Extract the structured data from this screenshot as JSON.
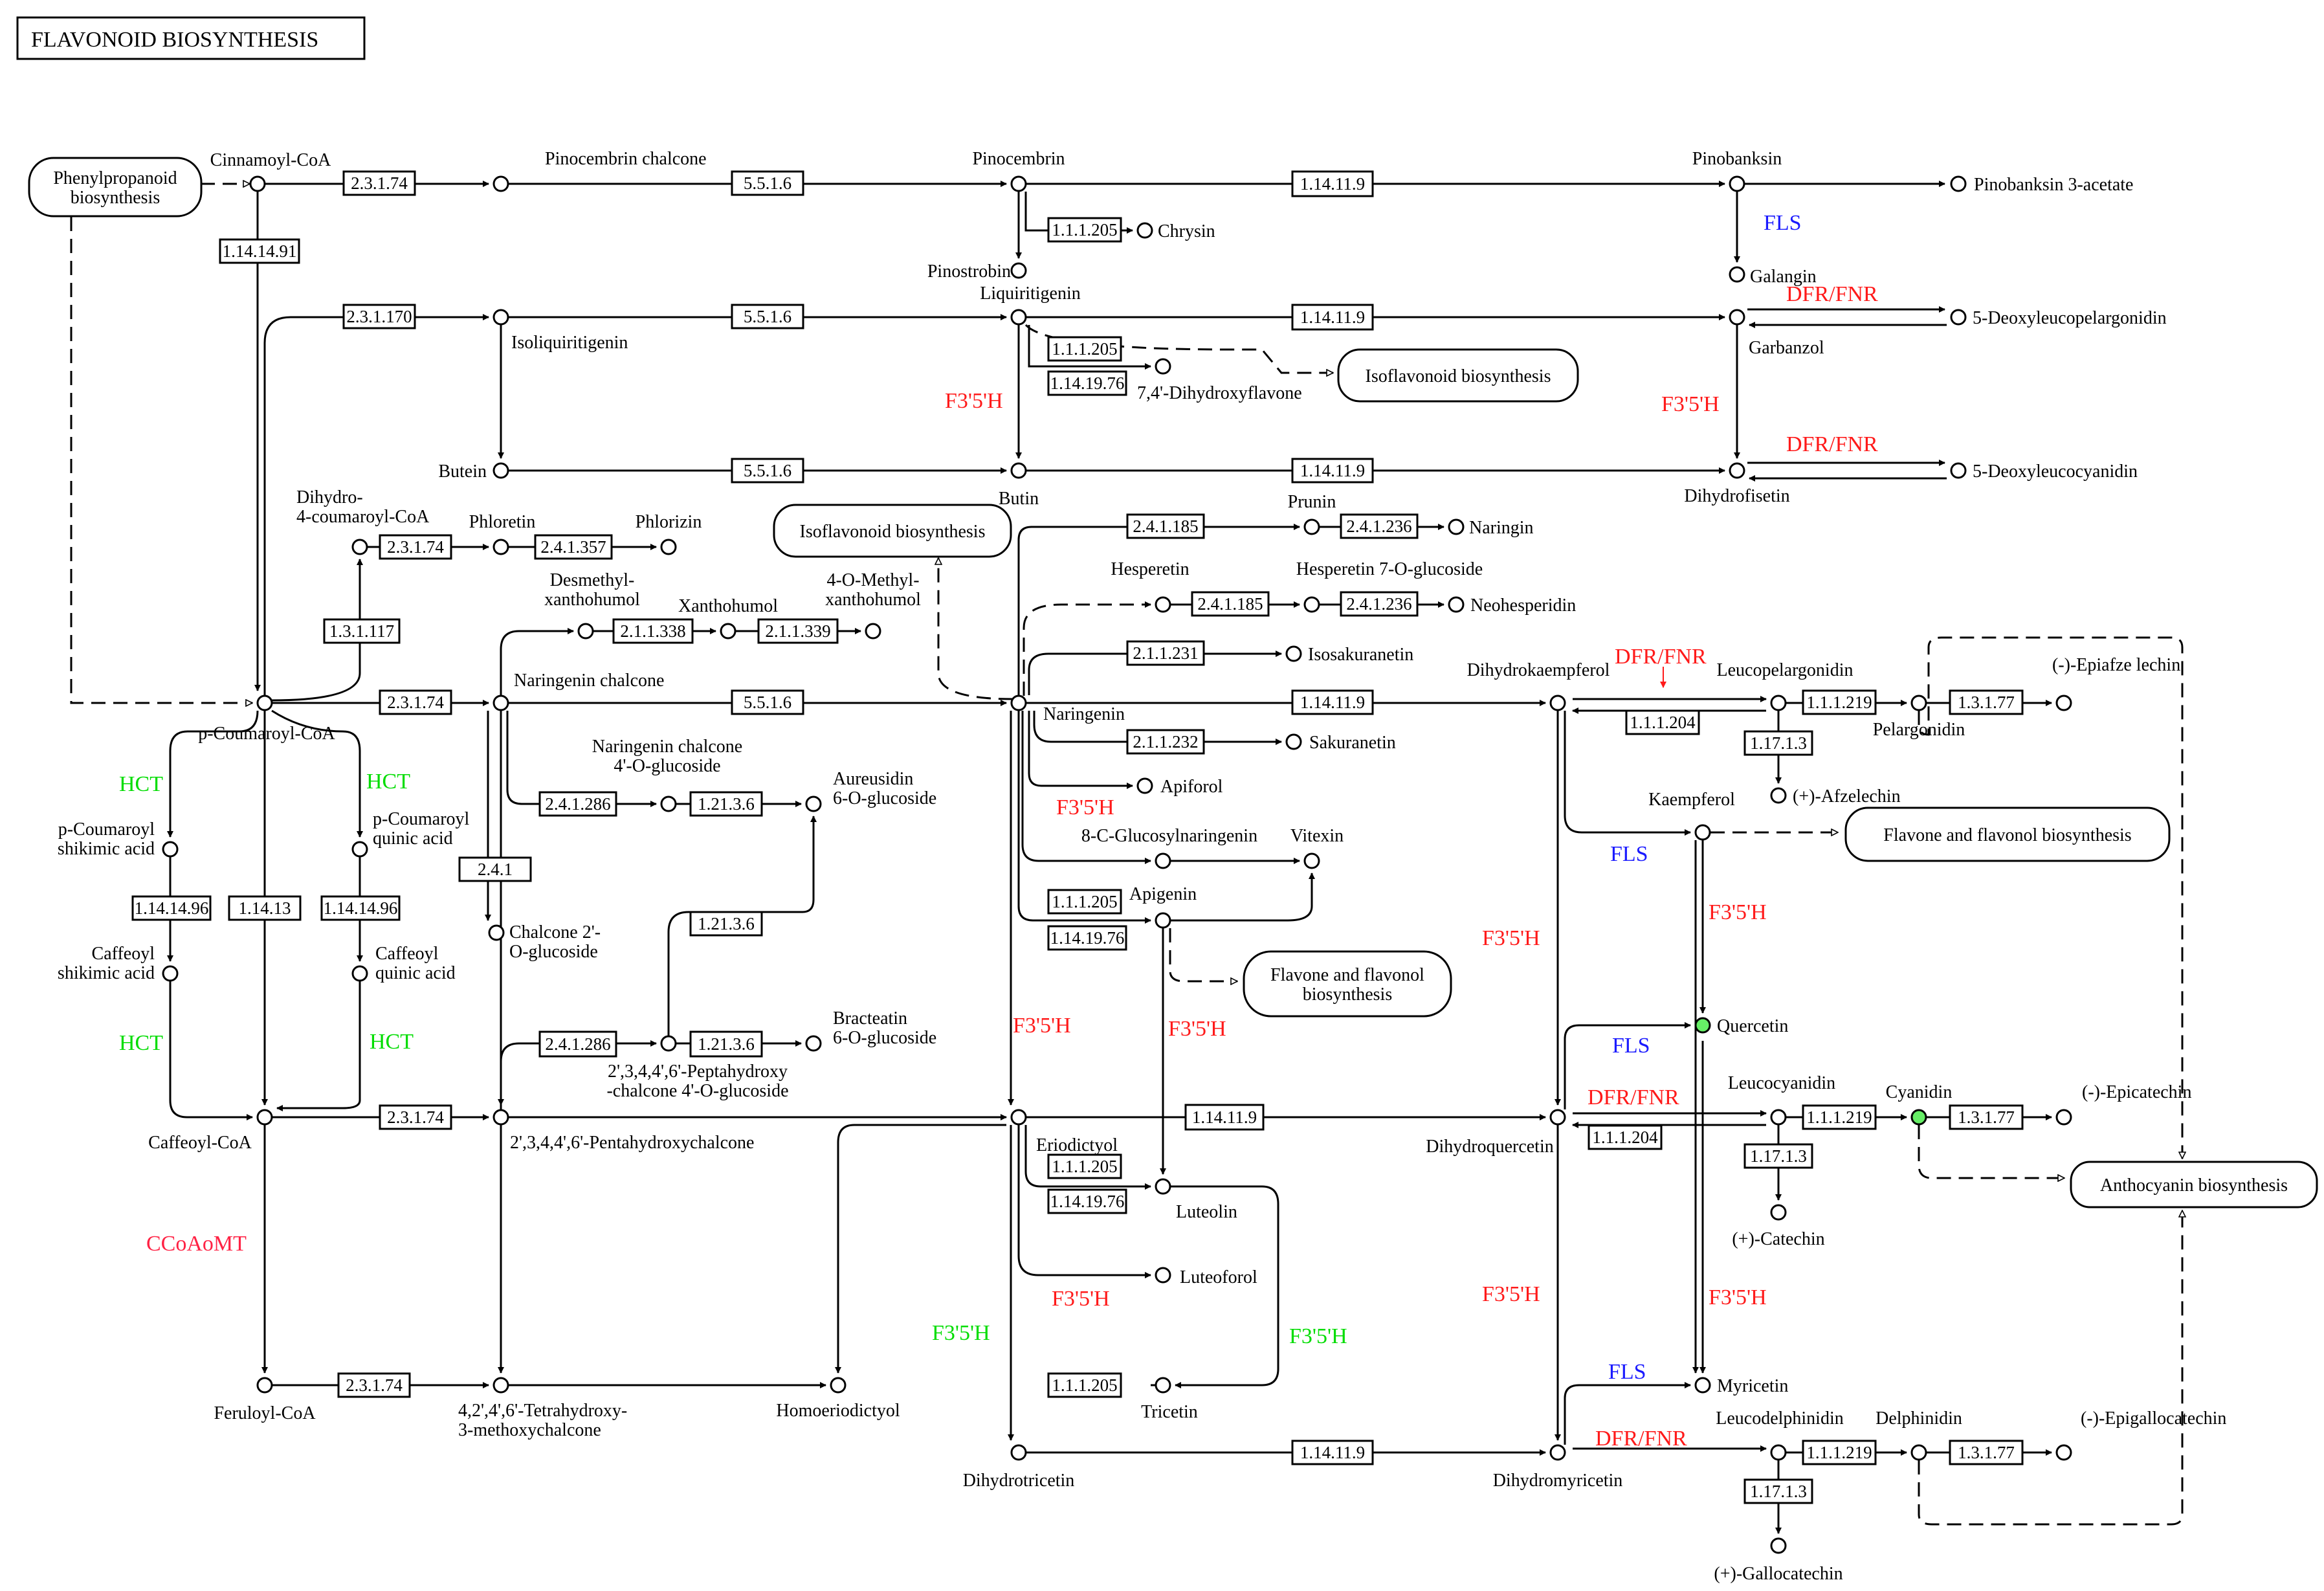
{
  "title": "FLAVONOID BIOSYNTHESIS",
  "colors": {
    "line": "#000000",
    "blue": "#1a1aff",
    "red": "#ff1a1a",
    "green": "#00dd00",
    "node_highlight": "#66ee66",
    "crimson": "#ff2244"
  },
  "pathways": [
    {
      "id": "phenyl",
      "label": [
        "Phenylpropanoid",
        "biosynthesis"
      ]
    },
    {
      "id": "iso1",
      "label": [
        "Isoflavonoid biosynthesis"
      ]
    },
    {
      "id": "iso2",
      "label": [
        "Isoflavonoid biosynthesis"
      ]
    },
    {
      "id": "flav1",
      "label": [
        "Flavone and flavonol biosynthesis"
      ]
    },
    {
      "id": "flav2",
      "label": [
        "Flavone and flavonol",
        "biosynthesis"
      ]
    },
    {
      "id": "antho",
      "label": [
        "Anthocyanin biosynthesis"
      ]
    }
  ],
  "compounds": [
    {
      "id": "cinnamoyl",
      "label": [
        "Cinnamoyl-CoA"
      ]
    },
    {
      "id": "pinocembrin_chalcone",
      "label": [
        "Pinocembrin chalcone"
      ]
    },
    {
      "id": "pinocembrin",
      "label": [
        "Pinocembrin"
      ]
    },
    {
      "id": "pinobanksin",
      "label": [
        "Pinobanksin"
      ]
    },
    {
      "id": "pinobanksin3",
      "label": [
        "Pinobanksin 3-acetate"
      ]
    },
    {
      "id": "chrysin",
      "label": [
        "Chrysin"
      ]
    },
    {
      "id": "pinostrobin",
      "label": [
        "Pinostrobin"
      ]
    },
    {
      "id": "galangin",
      "label": [
        "Galangin"
      ]
    },
    {
      "id": "isoliquiritigenin",
      "label": [
        "Isoliquiritigenin"
      ]
    },
    {
      "id": "liquiritigenin",
      "label": [
        "Liquiritigenin"
      ]
    },
    {
      "id": "garbanzol",
      "label": [
        "Garbanzol"
      ]
    },
    {
      "id": "deoxyleucopelargonidin",
      "label": [
        "5-Deoxyleucopelargonidin"
      ]
    },
    {
      "id": "dihydroxyflavone",
      "label": [
        "7,4'-Dihydroxyflavone"
      ]
    },
    {
      "id": "butein",
      "label": [
        "Butein"
      ]
    },
    {
      "id": "butin",
      "label": [
        "Butin"
      ]
    },
    {
      "id": "dihydrofisetin",
      "label": [
        "Dihydrofisetin"
      ]
    },
    {
      "id": "deoxyleucocyanidin",
      "label": [
        "5-Deoxyleucocyanidin"
      ]
    },
    {
      "id": "dihydrocoumaroyl",
      "label": [
        "Dihydro-",
        "4-coumaroyl-CoA"
      ]
    },
    {
      "id": "phloretin",
      "label": [
        "Phloretin"
      ]
    },
    {
      "id": "phlorizin",
      "label": [
        "Phlorizin"
      ]
    },
    {
      "id": "prunin",
      "label": [
        "Prunin"
      ]
    },
    {
      "id": "naringin",
      "label": [
        "Naringin"
      ]
    },
    {
      "id": "desmethylxanthohumol",
      "label": [
        "Desmethyl-",
        "xanthohumol"
      ]
    },
    {
      "id": "xanthohumol",
      "label": [
        "Xanthohumol"
      ]
    },
    {
      "id": "methylxanthohumol",
      "label": [
        "4-O-Methyl-",
        "xanthohumol"
      ]
    },
    {
      "id": "hesperetin",
      "label": [
        "Hesperetin"
      ]
    },
    {
      "id": "hesperetin7",
      "label": [
        "Hesperetin 7-O-glucoside"
      ]
    },
    {
      "id": "neohesperidin",
      "label": [
        "Neohesperidin"
      ]
    },
    {
      "id": "isosakuranetin",
      "label": [
        "Isosakuranetin"
      ]
    },
    {
      "id": "pcoumaroylcoa",
      "label": [
        "p-Coumaroyl-CoA"
      ]
    },
    {
      "id": "naringenin_chalcone",
      "label": [
        "Naringenin chalcone"
      ]
    },
    {
      "id": "naringenin",
      "label": [
        "Naringenin"
      ]
    },
    {
      "id": "dihydrokaempferol",
      "label": [
        "Dihydrokaempferol"
      ]
    },
    {
      "id": "leucopelargonidin",
      "label": [
        "Leucopelargonidin"
      ]
    },
    {
      "id": "pelargonidin",
      "label": [
        "Pelargonidin"
      ]
    },
    {
      "id": "epiafzelechin",
      "label": [
        "(-)-Epiafze lechin"
      ]
    },
    {
      "id": "afzelechin",
      "label": [
        "(+)-Afzelechin"
      ]
    },
    {
      "id": "sakuranetin",
      "label": [
        "Sakuranetin"
      ]
    },
    {
      "id": "nc_glucoside",
      "label": [
        "Naringenin chalcone",
        "4'-O-glucoside"
      ]
    },
    {
      "id": "aureusidin",
      "label": [
        "Aureusidin",
        "6-O-glucoside"
      ]
    },
    {
      "id": "apiforol",
      "label": [
        "Apiforol"
      ]
    },
    {
      "id": "kaempferol",
      "label": [
        "Kaempferol"
      ]
    },
    {
      "id": "pcoumaroyl_shikimic",
      "label": [
        "p-Coumaroyl",
        "shikimic acid"
      ]
    },
    {
      "id": "pcoumaroyl_quinic",
      "label": [
        "p-Coumaroyl",
        "quinic acid"
      ]
    },
    {
      "id": "glucosylnaringenin",
      "label": [
        "8-C-Glucosylnaringenin"
      ]
    },
    {
      "id": "vitexin",
      "label": [
        "Vitexin"
      ]
    },
    {
      "id": "apigenin",
      "label": [
        "Apigenin"
      ]
    },
    {
      "id": "chalcone2",
      "label": [
        "Chalcone 2'-",
        "O-glucoside"
      ]
    },
    {
      "id": "caffeoyl_shikimic",
      "label": [
        "Caffeoyl",
        "shikimic acid"
      ]
    },
    {
      "id": "caffeoyl_quinic",
      "label": [
        "Caffeoyl",
        "quinic acid"
      ]
    },
    {
      "id": "quercetin",
      "label": [
        "Quercetin"
      ]
    },
    {
      "id": "peptahydroxy",
      "label": [
        "2',3,4,4',6'-Peptahydroxy",
        "-chalcone 4'-O-glucoside"
      ]
    },
    {
      "id": "bracteatin",
      "label": [
        "Bracteatin",
        "6-O-glucoside"
      ]
    },
    {
      "id": "caffeoylcoa",
      "label": [
        "Caffeoyl-CoA"
      ]
    },
    {
      "id": "pentahydroxychalcone",
      "label": [
        "2',3,4,4',6'-Pentahydroxychalcone"
      ]
    },
    {
      "id": "eriodictyol",
      "label": [
        "Eriodictyol"
      ]
    },
    {
      "id": "dihydroquercetin",
      "label": [
        "Dihydroquercetin"
      ]
    },
    {
      "id": "leucocyanidin",
      "label": [
        "Leucocyanidin"
      ]
    },
    {
      "id": "cyanidin",
      "label": [
        "Cyanidin"
      ]
    },
    {
      "id": "epicatechin",
      "label": [
        "(-)-Epicatechin"
      ]
    },
    {
      "id": "luteolin",
      "label": [
        "Luteolin"
      ]
    },
    {
      "id": "catechin",
      "label": [
        "(+)-Catechin"
      ]
    },
    {
      "id": "luteoforol",
      "label": [
        "Luteoforol"
      ]
    },
    {
      "id": "myricetin",
      "label": [
        "Myricetin"
      ]
    },
    {
      "id": "feruloylcoa",
      "label": [
        "Feruloyl-CoA"
      ]
    },
    {
      "id": "tetrahydroxy",
      "label": [
        "4,2',4',6'-Tetrahydroxy-",
        "3-methoxychalcone"
      ]
    },
    {
      "id": "homoeriodictyol",
      "label": [
        "Homoeriodictyol"
      ]
    },
    {
      "id": "tricetin",
      "label": [
        "Tricetin"
      ]
    },
    {
      "id": "leucodelphinidin",
      "label": [
        "Leucodelphinidin"
      ]
    },
    {
      "id": "delphinidin",
      "label": [
        "Delphinidin"
      ]
    },
    {
      "id": "epigallocatechin",
      "label": [
        "(-)-Epigallocatechin"
      ]
    },
    {
      "id": "dihydrotricetin",
      "label": [
        "Dihydrotricetin"
      ]
    },
    {
      "id": "dihydromyricetin",
      "label": [
        "Dihydromyricetin"
      ]
    },
    {
      "id": "gallocatechin",
      "label": [
        "(+)-Gallocatechin"
      ]
    }
  ],
  "enzymes": [
    {
      "id": "e1",
      "label": "2.3.1.74"
    },
    {
      "id": "e2",
      "label": "5.5.1.6"
    },
    {
      "id": "e3",
      "label": "1.14.11.9"
    },
    {
      "id": "e4",
      "label": "1.14.14.91"
    },
    {
      "id": "e5",
      "label": "1.1.1.205"
    },
    {
      "id": "e6",
      "label": "2.3.1.170"
    },
    {
      "id": "e7",
      "label": "5.5.1.6"
    },
    {
      "id": "e8",
      "label": "1.14.11.9"
    },
    {
      "id": "e9",
      "label": "1.1.1.205"
    },
    {
      "id": "e10",
      "label": "1.14.19.76"
    },
    {
      "id": "e11",
      "label": "5.5.1.6"
    },
    {
      "id": "e12",
      "label": "1.14.11.9"
    },
    {
      "id": "e13",
      "label": "2.3.1.74"
    },
    {
      "id": "e14",
      "label": "2.4.1.357"
    },
    {
      "id": "e15",
      "label": "2.4.1.185"
    },
    {
      "id": "e16",
      "label": "2.4.1.236"
    },
    {
      "id": "e17",
      "label": "2.1.1.338"
    },
    {
      "id": "e18",
      "label": "2.1.1.339"
    },
    {
      "id": "e19",
      "label": "2.4.1.185"
    },
    {
      "id": "e20",
      "label": "2.4.1.236"
    },
    {
      "id": "e21",
      "label": "1.3.1.117"
    },
    {
      "id": "e22",
      "label": "2.1.1.231"
    },
    {
      "id": "e23",
      "label": "2.3.1.74"
    },
    {
      "id": "e24",
      "label": "5.5.1.6"
    },
    {
      "id": "e25",
      "label": "1.14.11.9"
    },
    {
      "id": "e26",
      "label": "1.1.1.204"
    },
    {
      "id": "e27",
      "label": "1.1.1.219"
    },
    {
      "id": "e28",
      "label": "1.3.1.77"
    },
    {
      "id": "e29",
      "label": "2.1.1.232"
    },
    {
      "id": "e30",
      "label": "1.17.1.3"
    },
    {
      "id": "e31",
      "label": "2.4.1.286"
    },
    {
      "id": "e32",
      "label": "1.21.3.6"
    },
    {
      "id": "e33",
      "label": "2.4.1"
    },
    {
      "id": "e34",
      "label": "1.14.14.96"
    },
    {
      "id": "e35",
      "label": "1.14.13"
    },
    {
      "id": "e36",
      "label": "1.14.14.96"
    },
    {
      "id": "e37",
      "label": "1.1.1.205"
    },
    {
      "id": "e38",
      "label": "1.14.19.76"
    },
    {
      "id": "e39",
      "label": "1.21.3.6"
    },
    {
      "id": "e40",
      "label": "2.4.1.286"
    },
    {
      "id": "e41",
      "label": "1.21.3.6"
    },
    {
      "id": "e42",
      "label": "2.3.1.74"
    },
    {
      "id": "e43",
      "label": "1.14.11.9"
    },
    {
      "id": "e44",
      "label": "1.1.1.219"
    },
    {
      "id": "e45",
      "label": "1.1.1.204"
    },
    {
      "id": "e46",
      "label": "1.3.1.77"
    },
    {
      "id": "e47",
      "label": "1.1.1.205"
    },
    {
      "id": "e48",
      "label": "1.14.19.76"
    },
    {
      "id": "e49",
      "label": "1.17.1.3"
    },
    {
      "id": "e50",
      "label": "2.3.1.74"
    },
    {
      "id": "e51",
      "label": "1.1.1.205"
    },
    {
      "id": "e52",
      "label": "1.14.11.9"
    },
    {
      "id": "e53",
      "label": "1.1.1.219"
    },
    {
      "id": "e54",
      "label": "1.3.1.77"
    },
    {
      "id": "e55",
      "label": "1.17.1.3"
    }
  ],
  "gene_labels": [
    {
      "id": "g1",
      "label": "FLS",
      "color": "blue"
    },
    {
      "id": "g2",
      "label": "DFR/FNR",
      "color": "red"
    },
    {
      "id": "g3",
      "label": "F3'5'H",
      "color": "red"
    },
    {
      "id": "g4",
      "label": "F3'5'H",
      "color": "red"
    },
    {
      "id": "g5",
      "label": "DFR/FNR",
      "color": "red"
    },
    {
      "id": "g6",
      "label": "DFR/FNR",
      "color": "red"
    },
    {
      "id": "g7",
      "label": "HCT",
      "color": "green"
    },
    {
      "id": "g8",
      "label": "HCT",
      "color": "green"
    },
    {
      "id": "g9",
      "label": "F3'5'H",
      "color": "red"
    },
    {
      "id": "g10",
      "label": "FLS",
      "color": "blue"
    },
    {
      "id": "g11",
      "label": "F3'5'H",
      "color": "red"
    },
    {
      "id": "g12",
      "label": "F3'5'H",
      "color": "red"
    },
    {
      "id": "g13",
      "label": "HCT",
      "color": "green"
    },
    {
      "id": "g14",
      "label": "HCT",
      "color": "green"
    },
    {
      "id": "g15",
      "label": "F3'5'H",
      "color": "red"
    },
    {
      "id": "g16",
      "label": "F3'5'H",
      "color": "red"
    },
    {
      "id": "g17",
      "label": "FLS",
      "color": "blue"
    },
    {
      "id": "g18",
      "label": "DFR/FNR",
      "color": "red"
    },
    {
      "id": "g19",
      "label": "CCoAoMT",
      "color": "crimson"
    },
    {
      "id": "g20",
      "label": "F3'5'H",
      "color": "red"
    },
    {
      "id": "g21",
      "label": "F3'5'H",
      "color": "red"
    },
    {
      "id": "g22",
      "label": "F3'5'H",
      "color": "green"
    },
    {
      "id": "g23",
      "label": "F3'5'H",
      "color": "green"
    },
    {
      "id": "g24",
      "label": "F3'5'H",
      "color": "red"
    },
    {
      "id": "g25",
      "label": "FLS",
      "color": "blue"
    },
    {
      "id": "g26",
      "label": "DFR/FNR",
      "color": "red"
    }
  ]
}
